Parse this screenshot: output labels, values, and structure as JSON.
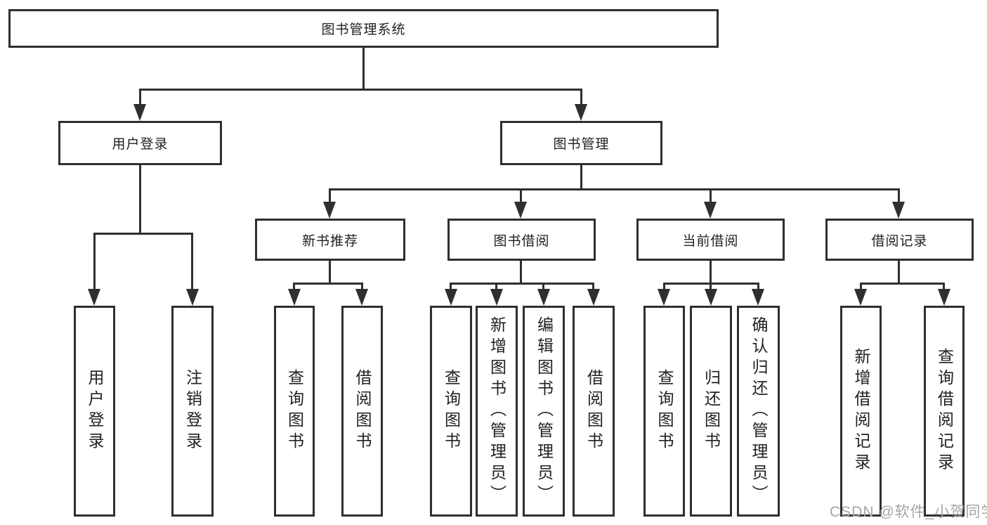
{
  "diagram": {
    "root": "图书管理系统",
    "branches": [
      {
        "label": "用户登录",
        "children": [
          "用户登录",
          "注销登录"
        ]
      },
      {
        "label": "图书管理",
        "groups": [
          {
            "label": "新书推荐",
            "children": [
              "查询图书",
              "借阅图书"
            ]
          },
          {
            "label": "图书借阅",
            "children": [
              "查询图书",
              "新增图书（管理员）",
              "编辑图书（管理员）",
              "借阅图书"
            ]
          },
          {
            "label": "当前借阅",
            "children": [
              "查询图书",
              "归还图书",
              "确认归还（管理员）"
            ]
          },
          {
            "label": "借阅记录",
            "children": [
              "新增借阅记录",
              "查询借阅记录"
            ]
          }
        ]
      }
    ],
    "colors": {
      "line": "#2f2f2f",
      "text": "#212121",
      "background": "#ffffff",
      "watermark": "#a6a6a6"
    }
  },
  "watermark": {
    "text": "CSDN @软件_小贺同学"
  }
}
